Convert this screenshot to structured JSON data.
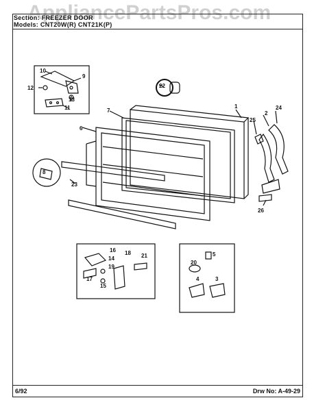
{
  "watermark": "AppliancePartsPros.com",
  "header": {
    "section_label": "Section: FREEZER DOOR",
    "models_label": "Models: CNT20W(R) CNT21K(P)"
  },
  "footer": {
    "date": "6/92",
    "drawing_no": "Drw No: A-49-29"
  },
  "callouts": {
    "c1": "1",
    "c2": "2",
    "c3": "3",
    "c4": "4",
    "c5": "5",
    "c6": "6",
    "c7": "7",
    "c8": "8",
    "c9": "9",
    "c10": "10",
    "c11": "11",
    "c12": "12",
    "c13": "13",
    "c14": "14",
    "c15": "15",
    "c16": "16",
    "c17": "17",
    "c18": "18",
    "c19": "19",
    "c20": "20",
    "c21": "21",
    "c22": "22",
    "c23": "23",
    "c24": "24",
    "c25": "25",
    "c26": "26"
  }
}
